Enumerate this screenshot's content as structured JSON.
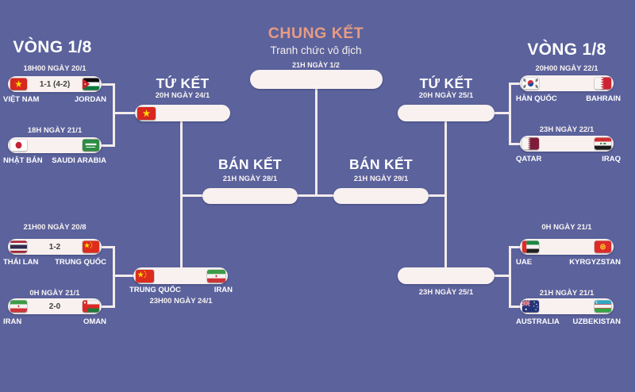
{
  "colors": {
    "background": "#5b629c",
    "accent_title": "#e89b82",
    "pill": "#f8f1f0",
    "connector": "#f3ecec",
    "score_text": "#3f3f3f",
    "label_text": "#ffffff"
  },
  "final": {
    "title": "CHUNG KẾT",
    "subtitle": "Tranh chức vô địch",
    "datetime": "21H NGÀY 1/2"
  },
  "semifinals": {
    "title": "BÁN KẾT",
    "left": {
      "datetime": "21H NGÀY 28/1"
    },
    "right": {
      "datetime": "21H NGÀY 29/1"
    }
  },
  "quarterfinals": {
    "title": "TỨ KẾT",
    "left_top": {
      "datetime": "20H NGÀY 24/1",
      "qualified_flag": "vietnam-flag"
    },
    "left_bottom": {
      "datetime": "23H00 NGÀY 24/1",
      "home": "TRUNG QUỐC",
      "away": "IRAN",
      "home_flag": "china-flag",
      "away_flag": "iran-flag"
    },
    "right_top": {
      "datetime": "20H NGÀY 25/1"
    },
    "right_bottom": {
      "datetime": "23H NGÀY 25/1"
    }
  },
  "round_of_16": {
    "title_left": "VÒNG 1/8",
    "title_right": "VÒNG 1/8",
    "left": [
      {
        "datetime": "18H00 NGÀY 20/1",
        "score": "1-1 (4-2)",
        "home": "VIỆT NAM",
        "away": "JORDAN",
        "home_flag": "vietnam-flag",
        "away_flag": "jordan-flag"
      },
      {
        "datetime": "18H NGÀY 21/1",
        "score": "",
        "home": "NHẬT BẢN",
        "away": "SAUDI ARABIA",
        "home_flag": "japan-flag",
        "away_flag": "saudi-arabia-flag"
      },
      {
        "datetime": "21H00 NGÀY 20/8",
        "score": "1-2",
        "home": "THÁI LAN",
        "away": "TRUNG QUỐC",
        "home_flag": "thailand-flag",
        "away_flag": "china-flag"
      },
      {
        "datetime": "0H NGÀY 21/1",
        "score": "2-0",
        "home": "IRAN",
        "away": "OMAN",
        "home_flag": "iran-flag",
        "away_flag": "oman-flag"
      }
    ],
    "right": [
      {
        "datetime": "20H00 NGÀY 22/1",
        "score": "",
        "home": "HÀN QUỐC",
        "away": "BAHRAIN",
        "home_flag": "south-korea-flag",
        "away_flag": "bahrain-flag"
      },
      {
        "datetime": "23H NGÀY 22/1",
        "score": "",
        "home": "QATAR",
        "away": "IRAQ",
        "home_flag": "qatar-flag",
        "away_flag": "iraq-flag"
      },
      {
        "datetime": "0H NGÀY 21/1",
        "score": "",
        "home": "UAE",
        "away": "KYRGYZSTAN",
        "home_flag": "uae-flag",
        "away_flag": "kyrgyzstan-flag"
      },
      {
        "datetime": "21H NGÀY 21/1",
        "score": "",
        "home": "AUSTRALIA",
        "away": "UZBEKISTAN",
        "home_flag": "australia-flag",
        "away_flag": "uzbekistan-flag"
      }
    ]
  }
}
